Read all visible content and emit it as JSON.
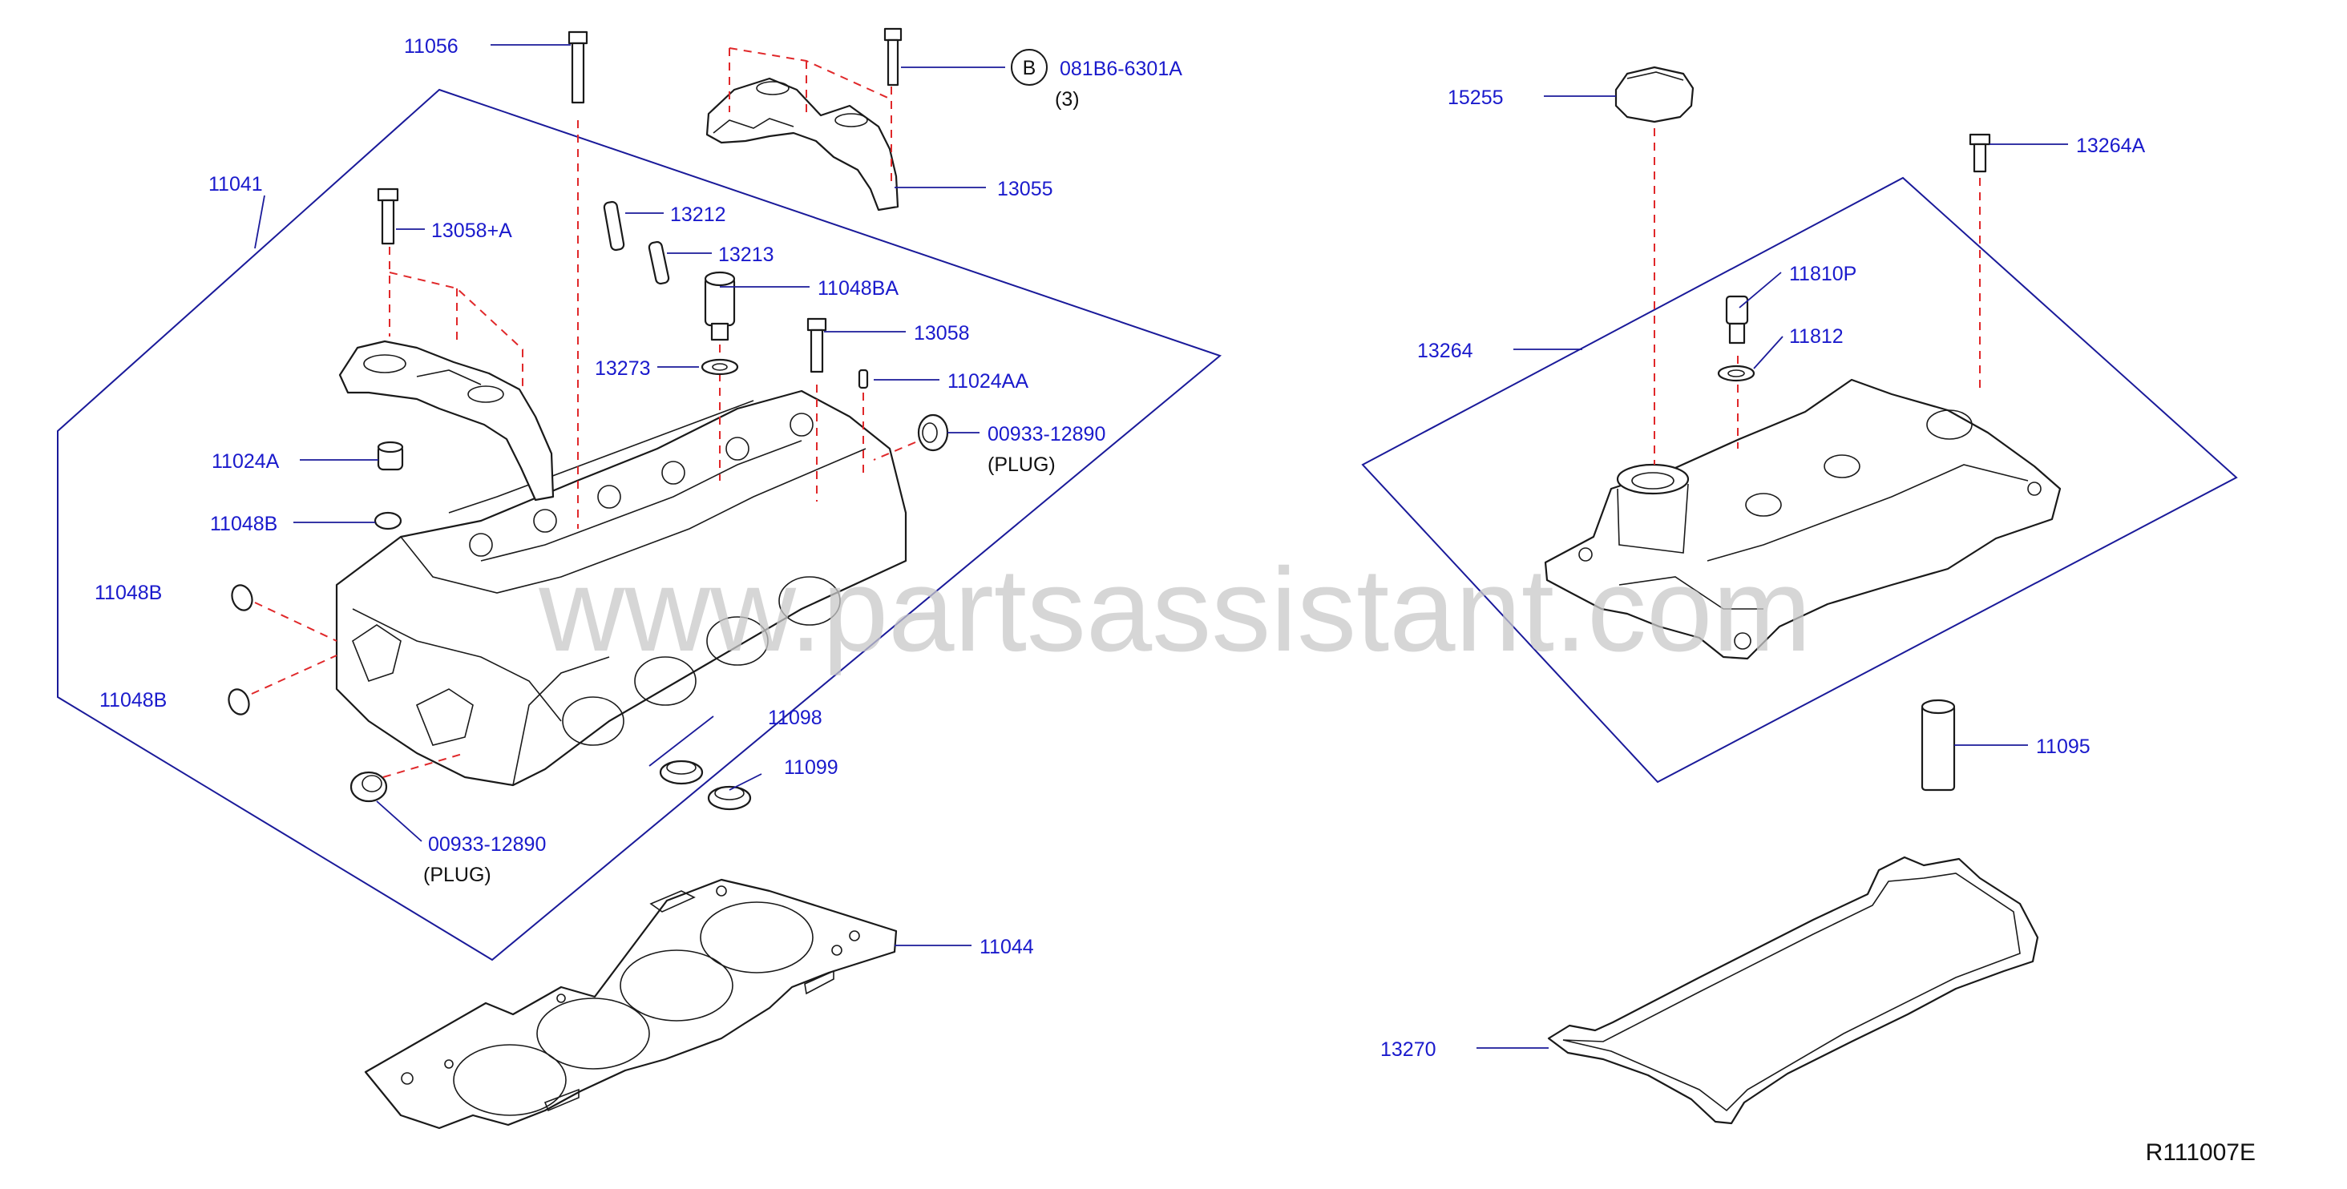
{
  "colors": {
    "part_number": "#1a1acc",
    "note": "#111111",
    "frame": "#1a1a9a",
    "dash": "#e0282a",
    "watermark": "#c8c8c8"
  },
  "watermark": "www.partsassistant.com",
  "diagram_id": "R111007E",
  "labels": [
    {
      "id": "11056",
      "text": "11056"
    },
    {
      "id": "081B6-6301A",
      "text": "081B6-6301A"
    },
    {
      "id": "b-circle",
      "text": "B"
    },
    {
      "id": "qty-3",
      "text": "(3)"
    },
    {
      "id": "11041",
      "text": "11041"
    },
    {
      "id": "13055",
      "text": "13055"
    },
    {
      "id": "13058+A",
      "text": "13058+A"
    },
    {
      "id": "13212",
      "text": "13212"
    },
    {
      "id": "13213",
      "text": "13213"
    },
    {
      "id": "11048BA",
      "text": "11048BA"
    },
    {
      "id": "13058",
      "text": "13058"
    },
    {
      "id": "13273",
      "text": "13273"
    },
    {
      "id": "11024AA",
      "text": "11024AA"
    },
    {
      "id": "00933-12890-top",
      "text": "00933-12890"
    },
    {
      "id": "plug-top",
      "text": "(PLUG)"
    },
    {
      "id": "11024A",
      "text": "11024A"
    },
    {
      "id": "11048B-1",
      "text": "11048B"
    },
    {
      "id": "11048B-2",
      "text": "11048B"
    },
    {
      "id": "11048B-3",
      "text": "11048B"
    },
    {
      "id": "11098",
      "text": "11098"
    },
    {
      "id": "11099",
      "text": "11099"
    },
    {
      "id": "00933-12890-bottom",
      "text": "00933-12890"
    },
    {
      "id": "plug-bottom",
      "text": "(PLUG)"
    },
    {
      "id": "11044",
      "text": "11044"
    },
    {
      "id": "15255",
      "text": "15255"
    },
    {
      "id": "13264A",
      "text": "13264A"
    },
    {
      "id": "11810P",
      "text": "11810P"
    },
    {
      "id": "13264",
      "text": "13264"
    },
    {
      "id": "11812",
      "text": "11812"
    },
    {
      "id": "11095",
      "text": "11095"
    },
    {
      "id": "13270",
      "text": "13270"
    }
  ]
}
